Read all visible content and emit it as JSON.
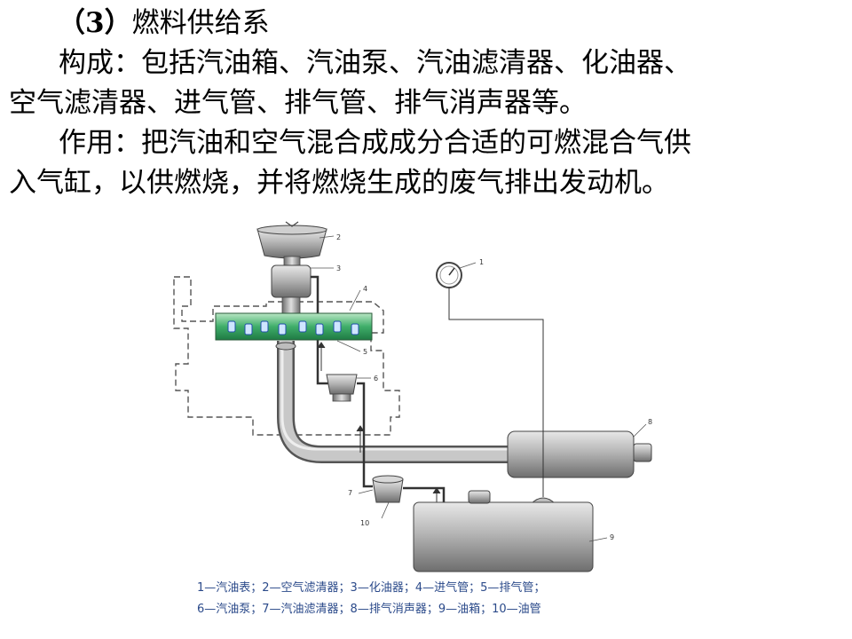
{
  "heading": {
    "number": "（3）",
    "title": "燃料供给系"
  },
  "composition": {
    "line1": "构成：包括汽油箱、汽油泵、汽油滤清器、化油器、",
    "line2": "空气滤清器、进气管、排气管、排气消声器等。"
  },
  "function": {
    "line1": "作用：把汽油和空气混合成成分合适的可燃混合气供",
    "line2": "入气缸，以供燃烧，并将燃烧生成的废气排出发动机。"
  },
  "diagram": {
    "callouts": [
      "1",
      "2",
      "3",
      "4",
      "5",
      "6",
      "7",
      "8",
      "9",
      "10"
    ],
    "legend_row1": "1—汽油表；2—空气滤清器；3—化油器；4—进气管；5—排气管；",
    "legend_row2": "6—汽油泵；7—汽油滤清器；8—排气消声器；9—油箱；10—油管"
  },
  "colors": {
    "manifold_green": "#3fae6a",
    "metal_gray": "#9a9a9a",
    "legend_blue": "#2b4a8a"
  }
}
